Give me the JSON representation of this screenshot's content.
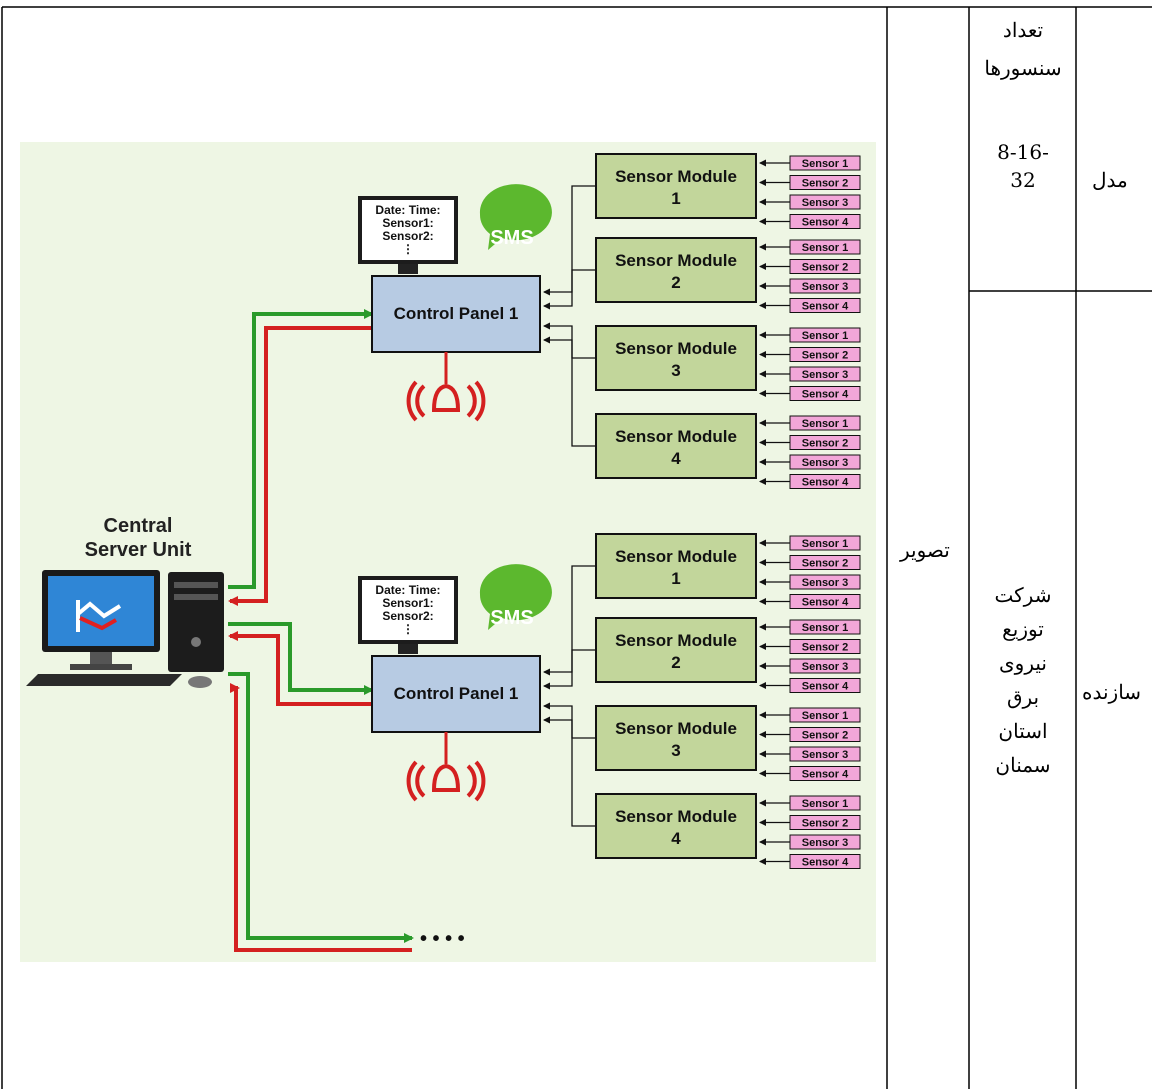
{
  "table": {
    "header_model": "مدل",
    "header_sensor_count_line1": "تعداد",
    "header_sensor_count_line2": "سنسورها",
    "sensor_count_value_line1": "8-16-",
    "sensor_count_value_line2": "32",
    "header_image": "تصویر",
    "header_manufacturer": "سازنده",
    "manufacturer_lines": [
      "شرکت",
      "توزیع",
      "نیروی",
      "برق",
      "استان",
      "سمنان"
    ]
  },
  "diagram": {
    "server_label_line1": "Central",
    "server_label_line2": "Server Unit",
    "sms_label": "SMS",
    "monitor_lines": [
      "Date:  Time:",
      "Sensor1:",
      "Sensor2:",
      "⋮"
    ],
    "panels": [
      {
        "label": "Control Panel 1"
      },
      {
        "label": "Control Panel 1"
      }
    ],
    "modules": [
      {
        "line1": "Sensor Module",
        "line2": "1"
      },
      {
        "line1": "Sensor Module",
        "line2": "2"
      },
      {
        "line1": "Sensor Module",
        "line2": "3"
      },
      {
        "line1": "Sensor Module",
        "line2": "4"
      }
    ],
    "sensors": [
      "Sensor 1",
      "Sensor 2",
      "Sensor 3",
      "Sensor 4"
    ],
    "ellipsis": "• • • •",
    "colors": {
      "background": "#eef6e4",
      "module_fill": "#c2d69b",
      "panel_fill": "#b7cbe3",
      "sensor_fill": "#f2a6d8",
      "arrow_green": "#2a9a2a",
      "arrow_red": "#d42020",
      "sms_green": "#5cb82e"
    }
  }
}
